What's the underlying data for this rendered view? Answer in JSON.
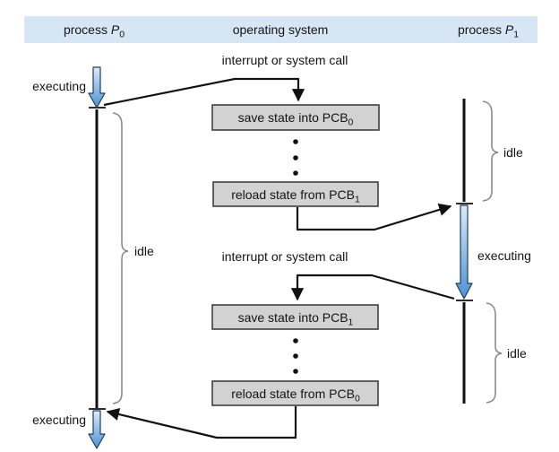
{
  "header": {
    "process_left": {
      "prefix": "process ",
      "symbol": "P",
      "subscript": "0"
    },
    "os_label": "operating system",
    "process_right": {
      "prefix": "process ",
      "symbol": "P",
      "subscript": "1"
    }
  },
  "events": {
    "interrupt_top": "interrupt or system call",
    "interrupt_middle": "interrupt or system call"
  },
  "states": {
    "p0_executing_top": "executing",
    "p0_idle": "idle",
    "p0_executing_bottom": "executing",
    "p1_idle_top": "idle",
    "p1_executing": "executing",
    "p1_idle_bottom": "idle"
  },
  "os_boxes": [
    {
      "label": "save state into PCB",
      "subscript": "0"
    },
    {
      "label": "reload state from PCB",
      "subscript": "1"
    },
    {
      "label": "save state into PCB",
      "subscript": "1"
    },
    {
      "label": "reload state from PCB",
      "subscript": "0"
    }
  ],
  "colors": {
    "header_bg": "#d7e6f4",
    "box_fill": "#d2d2d2",
    "box_border": "#3f3f3f",
    "arrow_blue_light": "#dcebf8",
    "arrow_blue_dark": "#4a92d3",
    "arrow_blue_outline": "#1c3f63",
    "line": "#111111",
    "brace": "#8a8a8a"
  }
}
